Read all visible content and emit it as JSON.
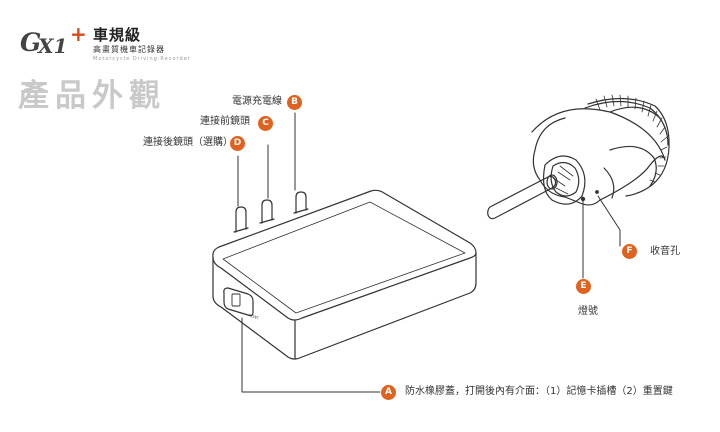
{
  "brand": {
    "logo_g": "G",
    "logo_x1": "X1",
    "logo_plus": "+",
    "category": "車規級",
    "subtitle": "高畫質機車記錄器",
    "subtitle_en": "Motorcycle Driving Recorder"
  },
  "page_title": "產品外觀",
  "colors": {
    "accent": "#e0621f",
    "logo_plus": "#d64a1c",
    "title_gray": "#c9c9c9",
    "line": "#333333"
  },
  "device": {
    "port_label": "RESET"
  },
  "callouts": [
    {
      "letter": "A",
      "text": "防水橡膠蓋，打開後內有介面：（1）記憶卡插槽（2）重置鍵"
    },
    {
      "letter": "B",
      "text": "電源充電線"
    },
    {
      "letter": "C",
      "text": "連接前鏡頭"
    },
    {
      "letter": "D",
      "text": "連接後鏡頭（選購）"
    },
    {
      "letter": "E",
      "text": "燈號"
    },
    {
      "letter": "F",
      "text": "收音孔"
    }
  ]
}
